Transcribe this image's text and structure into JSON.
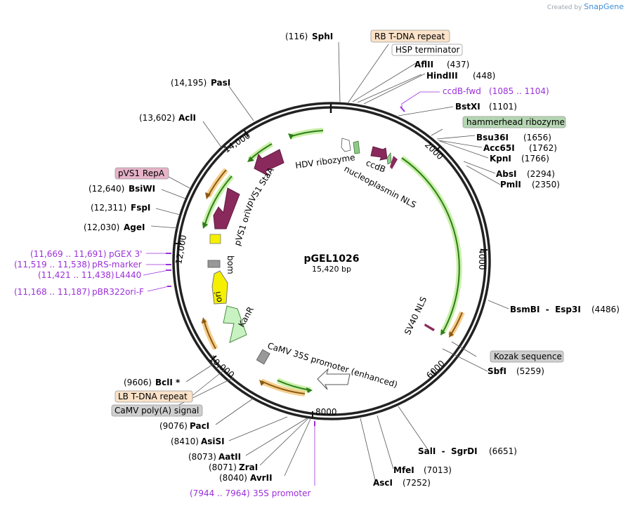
{
  "credit": {
    "prefix": "Created by",
    "brand": "SnapGene"
  },
  "plasmid": {
    "name": "pGEL1026",
    "length_label": "15,420 bp",
    "length": 15420
  },
  "ticks": [
    {
      "bp": 2000,
      "label": "2000"
    },
    {
      "bp": 4000,
      "label": "4000"
    },
    {
      "bp": 6000,
      "label": "6000"
    },
    {
      "bp": 8000,
      "label": "8000"
    },
    {
      "bp": 10000,
      "label": "10,000"
    },
    {
      "bp": 12000,
      "label": "12,000"
    },
    {
      "bp": 14000,
      "label": "14,000"
    }
  ],
  "sites": [
    {
      "name": "SphI",
      "pos": "(116)",
      "side": "left"
    },
    {
      "name": "AflII",
      "pos": "(437)",
      "side": "right"
    },
    {
      "name": "HindIII",
      "pos": "(448)",
      "side": "right"
    },
    {
      "name": "BstXI",
      "pos": "(1101)",
      "side": "right"
    },
    {
      "name": "Bsu36I",
      "pos": "(1656)",
      "side": "right"
    },
    {
      "name": "Acc65I",
      "pos": "(1762)",
      "side": "right"
    },
    {
      "name": "KpnI",
      "pos": "(1766)",
      "side": "right"
    },
    {
      "name": "AbsI",
      "pos": "(2294)",
      "side": "right"
    },
    {
      "name": "PmlI",
      "pos": "(2350)",
      "side": "right"
    },
    {
      "name": "BsmBI  -  Esp3I",
      "pos": "(4486)",
      "side": "right"
    },
    {
      "name": "SbfI",
      "pos": "(5259)",
      "side": "right"
    },
    {
      "name": "SalI  -  SgrDI",
      "pos": "(6651)",
      "side": "right"
    },
    {
      "name": "MfeI",
      "pos": "(7013)",
      "side": "right"
    },
    {
      "name": "AscI",
      "pos": "(7252)",
      "side": "right"
    },
    {
      "name": "AvrII",
      "pos": "(8040)",
      "side": "left"
    },
    {
      "name": "ZraI",
      "pos": "(8071)",
      "side": "left"
    },
    {
      "name": "AatII",
      "pos": "(8073)",
      "side": "left"
    },
    {
      "name": "AsiSI",
      "pos": "(8410)",
      "side": "left"
    },
    {
      "name": "PacI",
      "pos": "(9076)",
      "side": "left"
    },
    {
      "name": "BclI *",
      "pos": "(9606)",
      "side": "left"
    },
    {
      "name": "AgeI",
      "pos": "(12,030)",
      "side": "left"
    },
    {
      "name": "FspI",
      "pos": "(12,311)",
      "side": "left"
    },
    {
      "name": "BsiWI",
      "pos": "(12,640)",
      "side": "left"
    },
    {
      "name": "AclI",
      "pos": "(13,602)",
      "side": "left"
    },
    {
      "name": "PasI",
      "pos": "(14,195)",
      "side": "left"
    }
  ],
  "primers": [
    {
      "name": "ccdB-fwd",
      "range": "(1085 .. 1104)"
    },
    {
      "name": "pGEX 3'",
      "range": "(11,669 .. 11,691)"
    },
    {
      "name": "pRS-marker",
      "range": "(11,519 .. 11,538)"
    },
    {
      "name": "L4440",
      "range": "(11,421 .. 11,438)"
    },
    {
      "name": "pBR322ori-F",
      "range": "(11,168 .. 11,187)"
    },
    {
      "name": "35S promoter",
      "range": "(7944 .. 7964)"
    }
  ],
  "boxed_features": [
    {
      "name": "RB T-DNA repeat",
      "fill": "#fbe2c8"
    },
    {
      "name": "HSP terminator",
      "fill": "#ffffff"
    },
    {
      "name": "hammerhead ribozyme",
      "fill": "#b5d6b2"
    },
    {
      "name": "Kozak sequence",
      "fill": "#cfcfcf"
    },
    {
      "name": "pVS1 RepA",
      "fill": "#e6b3c8"
    },
    {
      "name": "LB T-DNA repeat",
      "fill": "#fbe2c8"
    },
    {
      "name": "CaMV poly(A) signal",
      "fill": "#cfcfcf"
    }
  ],
  "inner_labels": [
    "HDV ribozyme",
    "ccdB",
    "nucleoplasmin NLS",
    "SV40 NLS",
    "CaMV 35S promoter (enhanced)",
    "KanR",
    "ori",
    "bom",
    "pVS1 oriV",
    "pVS1 StaA"
  ],
  "colors": {
    "backbone": "#222222",
    "orf_green": "#2e7d1a",
    "orf_glow": "#c9f0a8",
    "orf_orange": "#8a5a12",
    "orf_orange_glow": "#f6cf8f",
    "magenta": "#8a2a5c",
    "kanr": "#c8f2c2",
    "ori": "#f4f000",
    "bom": "#999999",
    "primer": "#9b30d9"
  }
}
